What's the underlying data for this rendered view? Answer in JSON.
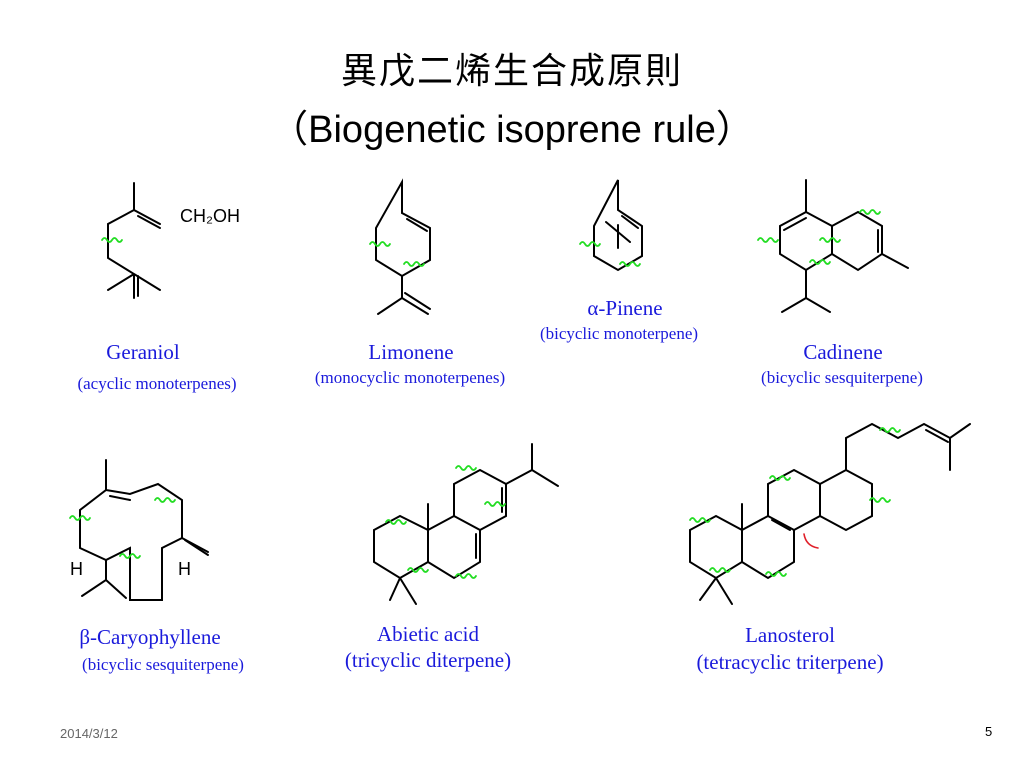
{
  "slide": {
    "title_cn": "異戊二烯生合成原則",
    "title_en": "（Biogenetic isoprene rule）",
    "date": "2014/3/12",
    "page_number": "5"
  },
  "compounds": [
    {
      "name": "Geraniol",
      "classification": "(acyclic monoterpenes)",
      "annotation": "CH₂OH"
    },
    {
      "name": "Limonene",
      "classification": "(monocyclic monoterpenes)"
    },
    {
      "name": "α-Pinene",
      "classification": "(bicyclic monoterpene)"
    },
    {
      "name": "Cadinene",
      "classification": "(bicyclic sesquiterpene)"
    },
    {
      "name": "β-Caryophyllene",
      "classification": "(bicyclic sesquiterpene)",
      "annotation_left": "H",
      "annotation_right": "H"
    },
    {
      "name": "Abietic acid",
      "classification": "(tricyclic diterpene)"
    },
    {
      "name": "Lanosterol",
      "classification": "(tetracyclic triterpene)"
    }
  ],
  "colors": {
    "label_blue": "#1a1adb",
    "wavy_green": "#22dd22",
    "arrow_red": "#e0202a"
  }
}
